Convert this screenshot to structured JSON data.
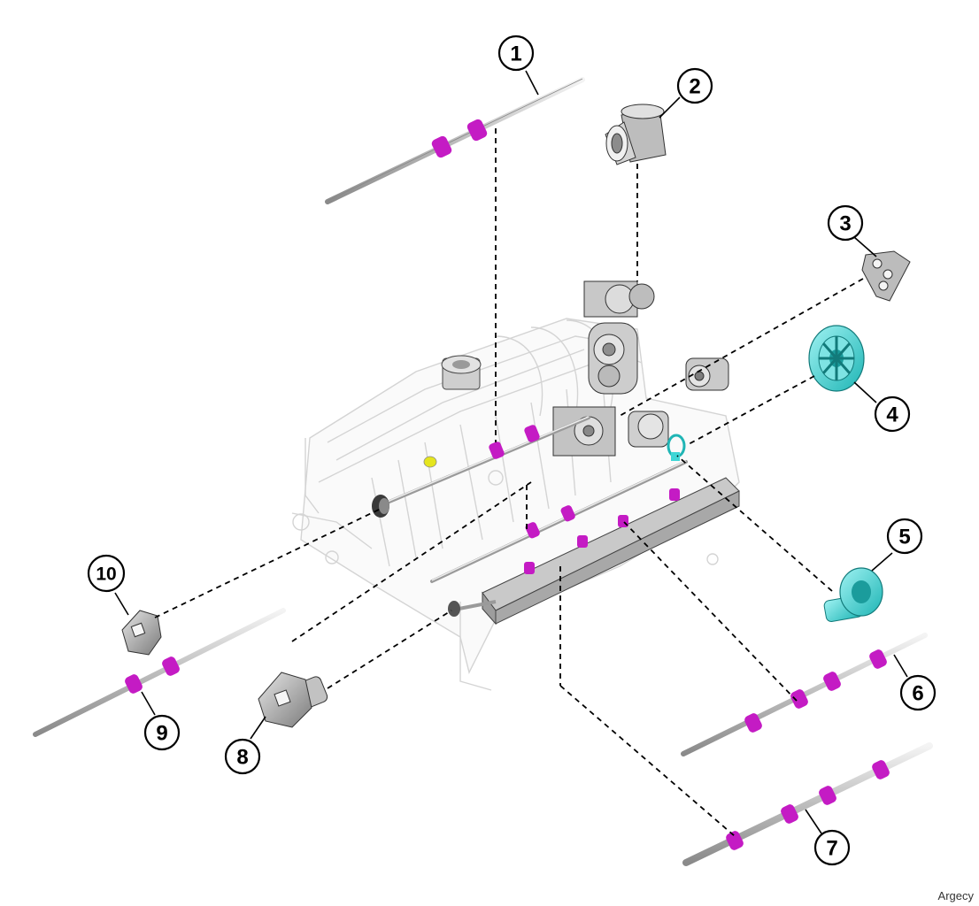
{
  "callouts": [
    {
      "num": "1"
    },
    {
      "num": "2"
    },
    {
      "num": "3"
    },
    {
      "num": "4"
    },
    {
      "num": "5"
    },
    {
      "num": "6"
    },
    {
      "num": "7"
    },
    {
      "num": "8"
    },
    {
      "num": "9"
    },
    {
      "num": "10"
    }
  ],
  "watermark": "Argecy",
  "colors": {
    "roller": "#c41bc4",
    "accent_part": "#3ed6d6",
    "shaft": "#d9d9d9",
    "outline": "#000000",
    "frame": "#e8e8e8",
    "highlight_small": "#e5e51e"
  }
}
